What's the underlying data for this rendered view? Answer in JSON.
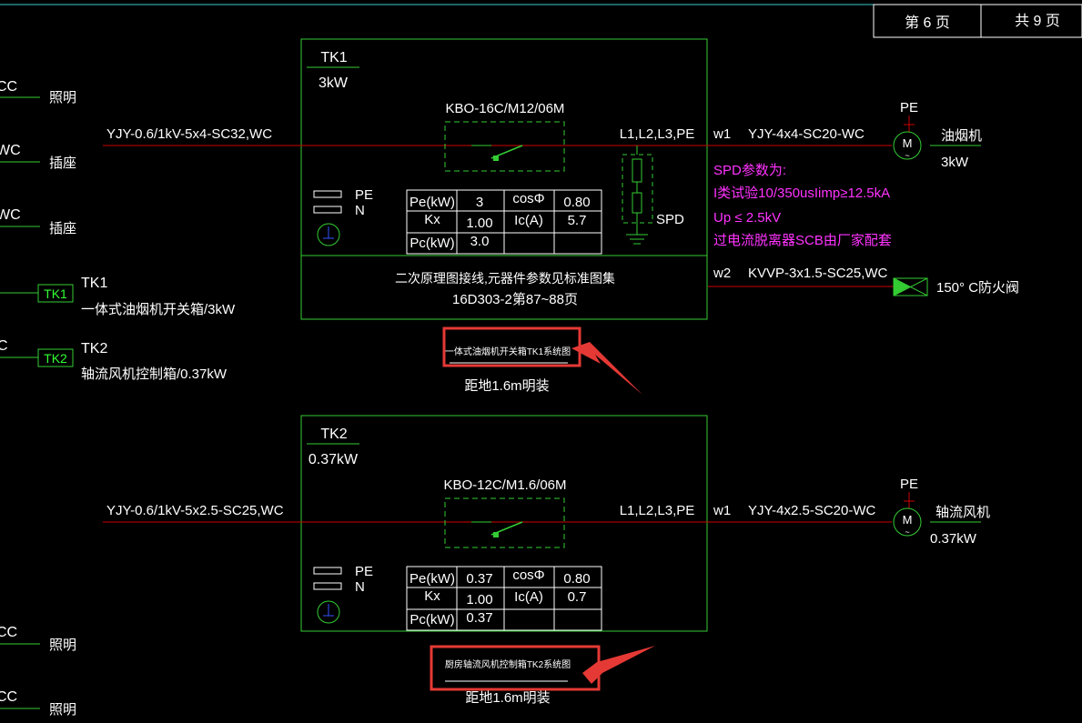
{
  "page_header": {
    "page_no": "第 6 页",
    "total_pages": "共 9 页"
  },
  "left_circuits": {
    "c1_label": "照明",
    "c1_cut": "CC",
    "c2_label": "插座",
    "c2_cut": "WC",
    "c3_label": "插座",
    "c3_cut": "WC",
    "c4_box": "TK1",
    "c4_title": "TK1",
    "c4_desc": "一体式油烟机开关箱/3kW",
    "c5_box": "TK2",
    "c5_title": "TK2",
    "c5_desc": "轴流风机控制箱/0.37kW",
    "c5_cut": "C",
    "c6_label": "照明",
    "c6_cut": "CC",
    "c7_label": "照明",
    "c7_cut": "CC"
  },
  "tk1": {
    "name": "TK1",
    "power": "3kW",
    "incoming_cable": "YJY-0.6/1kV-5x4-SC32,WC",
    "breaker": "KBO-16C/M12/06M",
    "phases": "L1,L2,L3,PE",
    "pe_label": "PE",
    "n_label": "N",
    "table": {
      "pe_key": "Pe(kW)",
      "pe_val": "3",
      "cos_key": "cosΦ",
      "cos_val": "0.80",
      "kx_key": "Kx",
      "kx_val": "1.00",
      "ic_key": "Ic(A)",
      "ic_val": "5.7",
      "pc_key": "Pc(kW)",
      "pc_val": "3.0"
    },
    "spd_label": "SPD",
    "note_line1": "二次原理图接线,元器件参数见标准图集",
    "note_line2": "16D303-2第87~88页",
    "out1_id": "w1",
    "out1_cable": "YJY-4x4-SC20-WC",
    "motor1_pe": "PE",
    "motor1_name": "油烟机",
    "motor1_power": "3kW",
    "motor_symbol": "M",
    "spd_param_title": "SPD参数为:",
    "spd_param_1": "I类试验10/350usIimp≥12.5kA",
    "spd_param_2": "Up ≤ 2.5kV",
    "spd_param_3": "过电流脱离器SCB由厂家配套",
    "out2_id": "w2",
    "out2_cable": "KVVP-3x1.5-SC25,WC",
    "damper_label": "150° C防火阀",
    "caption": "一体式油烟机开关箱TK1系统图",
    "mount": "距地1.6m明装"
  },
  "tk2": {
    "name": "TK2",
    "power": "0.37kW",
    "incoming_cable": "YJY-0.6/1kV-5x2.5-SC25,WC",
    "breaker": "KBO-12C/M1.6/06M",
    "phases": "L1,L2,L3,PE",
    "pe_label": "PE",
    "n_label": "N",
    "table": {
      "pe_key": "Pe(kW)",
      "pe_val": "0.37",
      "cos_key": "cosΦ",
      "cos_val": "0.80",
      "kx_key": "Kx",
      "kx_val": "1.00",
      "ic_key": "Ic(A)",
      "ic_val": "0.7",
      "pc_key": "Pc(kW)",
      "pc_val": "0.37"
    },
    "out1_id": "w1",
    "out1_cable": "YJY-4x2.5-SC20-WC",
    "motor1_pe": "PE",
    "motor1_name": "轴流风机",
    "motor1_power": "0.37kW",
    "motor_symbol": "M",
    "caption": "厨房轴流风机控制箱TK2系统图",
    "mount": "距地1.6m明装"
  },
  "colors": {
    "background": "#000000",
    "box_green": "#33cc33",
    "wire_red": "#cc0000",
    "text_white": "#ffffff",
    "magenta": "#ff33ff",
    "callout_red": "#e53935",
    "header_cyan": "#33cccc"
  }
}
